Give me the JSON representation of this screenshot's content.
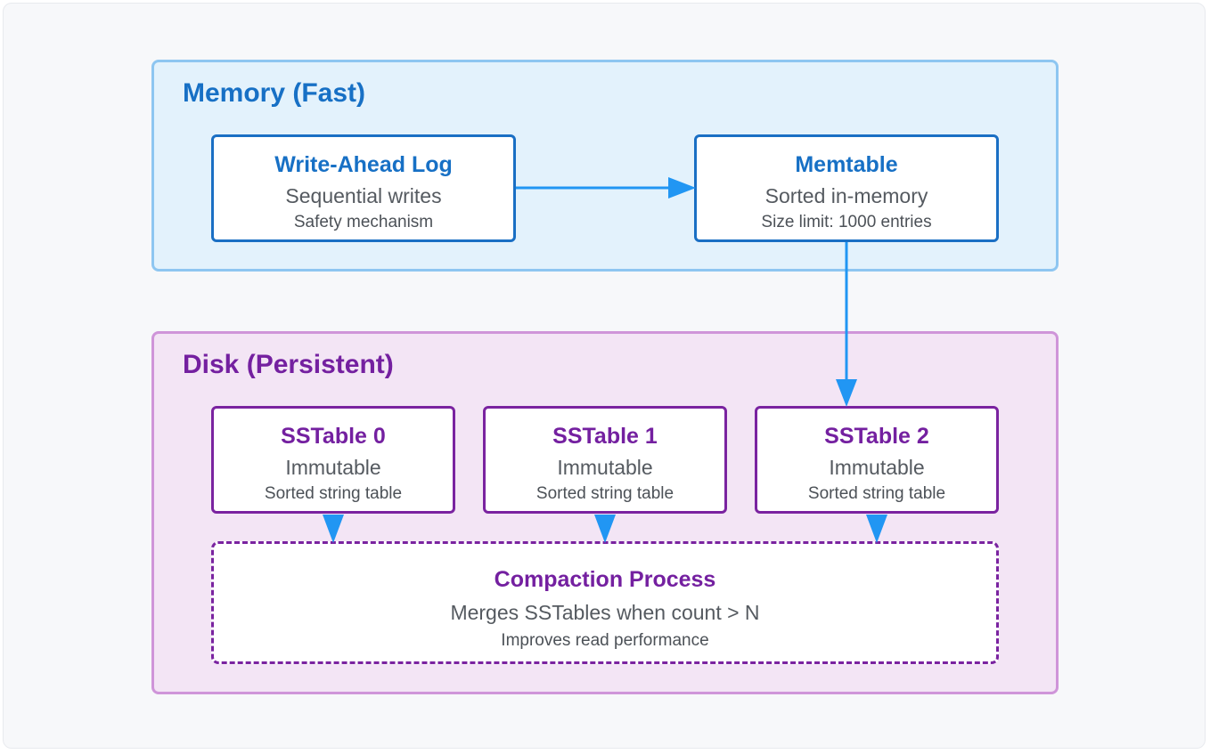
{
  "memory_zone": {
    "title": "Memory (Fast)"
  },
  "disk_zone": {
    "title": "Disk (Persistent)"
  },
  "wal": {
    "title": "Write-Ahead Log",
    "subtitle": "Sequential writes",
    "note": "Safety mechanism"
  },
  "memtable": {
    "title": "Memtable",
    "subtitle": "Sorted in-memory",
    "note": "Size limit: 1000 entries"
  },
  "sstables": [
    {
      "title": "SSTable 0",
      "subtitle": "Immutable",
      "note": "Sorted string table"
    },
    {
      "title": "SSTable 1",
      "subtitle": "Immutable",
      "note": "Sorted string table"
    },
    {
      "title": "SSTable 2",
      "subtitle": "Immutable",
      "note": "Sorted string table"
    }
  ],
  "compaction": {
    "title": "Compaction Process",
    "subtitle": "Merges SSTables when count > N",
    "note": "Improves read performance"
  },
  "colors": {
    "memory_accent": "#1770c5",
    "disk_accent": "#7420a0",
    "arrow": "#2196f3",
    "memory_fill": "#e3f2fc",
    "disk_fill": "#f3e5f5"
  }
}
